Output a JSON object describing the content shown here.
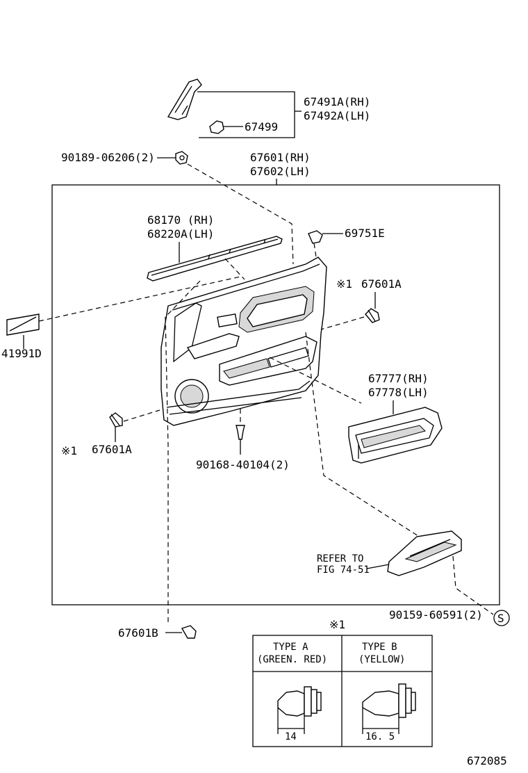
{
  "labels": {
    "p67491": "67491A(RH)",
    "p67492": "67492A(LH)",
    "p67499": "67499",
    "p90189": "90189-06206(2)",
    "p67601rh": "67601(RH)",
    "p67602lh": "67602(LH)",
    "p68170": "68170  (RH)",
    "p68220": "68220A(LH)",
    "p69751": "69751E",
    "p67601a_r": "67601A",
    "p41991": "41991D",
    "p67777": "67777(RH)",
    "p67778": "67778(LH)",
    "p67601a_l": "67601A",
    "p90168": "90168-40104(2)",
    "refer1": "REFER TO",
    "refer2": "FIG 74-51",
    "p90159": "90159-60591(2)",
    "p67601b": "67601B",
    "circle_s": "S",
    "note_mark": "※1",
    "note_mark_r": "※1",
    "note_mark_l": "※1",
    "fig_no": "672085"
  },
  "type_table": {
    "a_title": "TYPE  A",
    "a_color": "(GREEN. RED)",
    "b_title": "TYPE  B",
    "b_color": "(YELLOW)",
    "a_dim": "14",
    "b_dim": "16. 5"
  }
}
